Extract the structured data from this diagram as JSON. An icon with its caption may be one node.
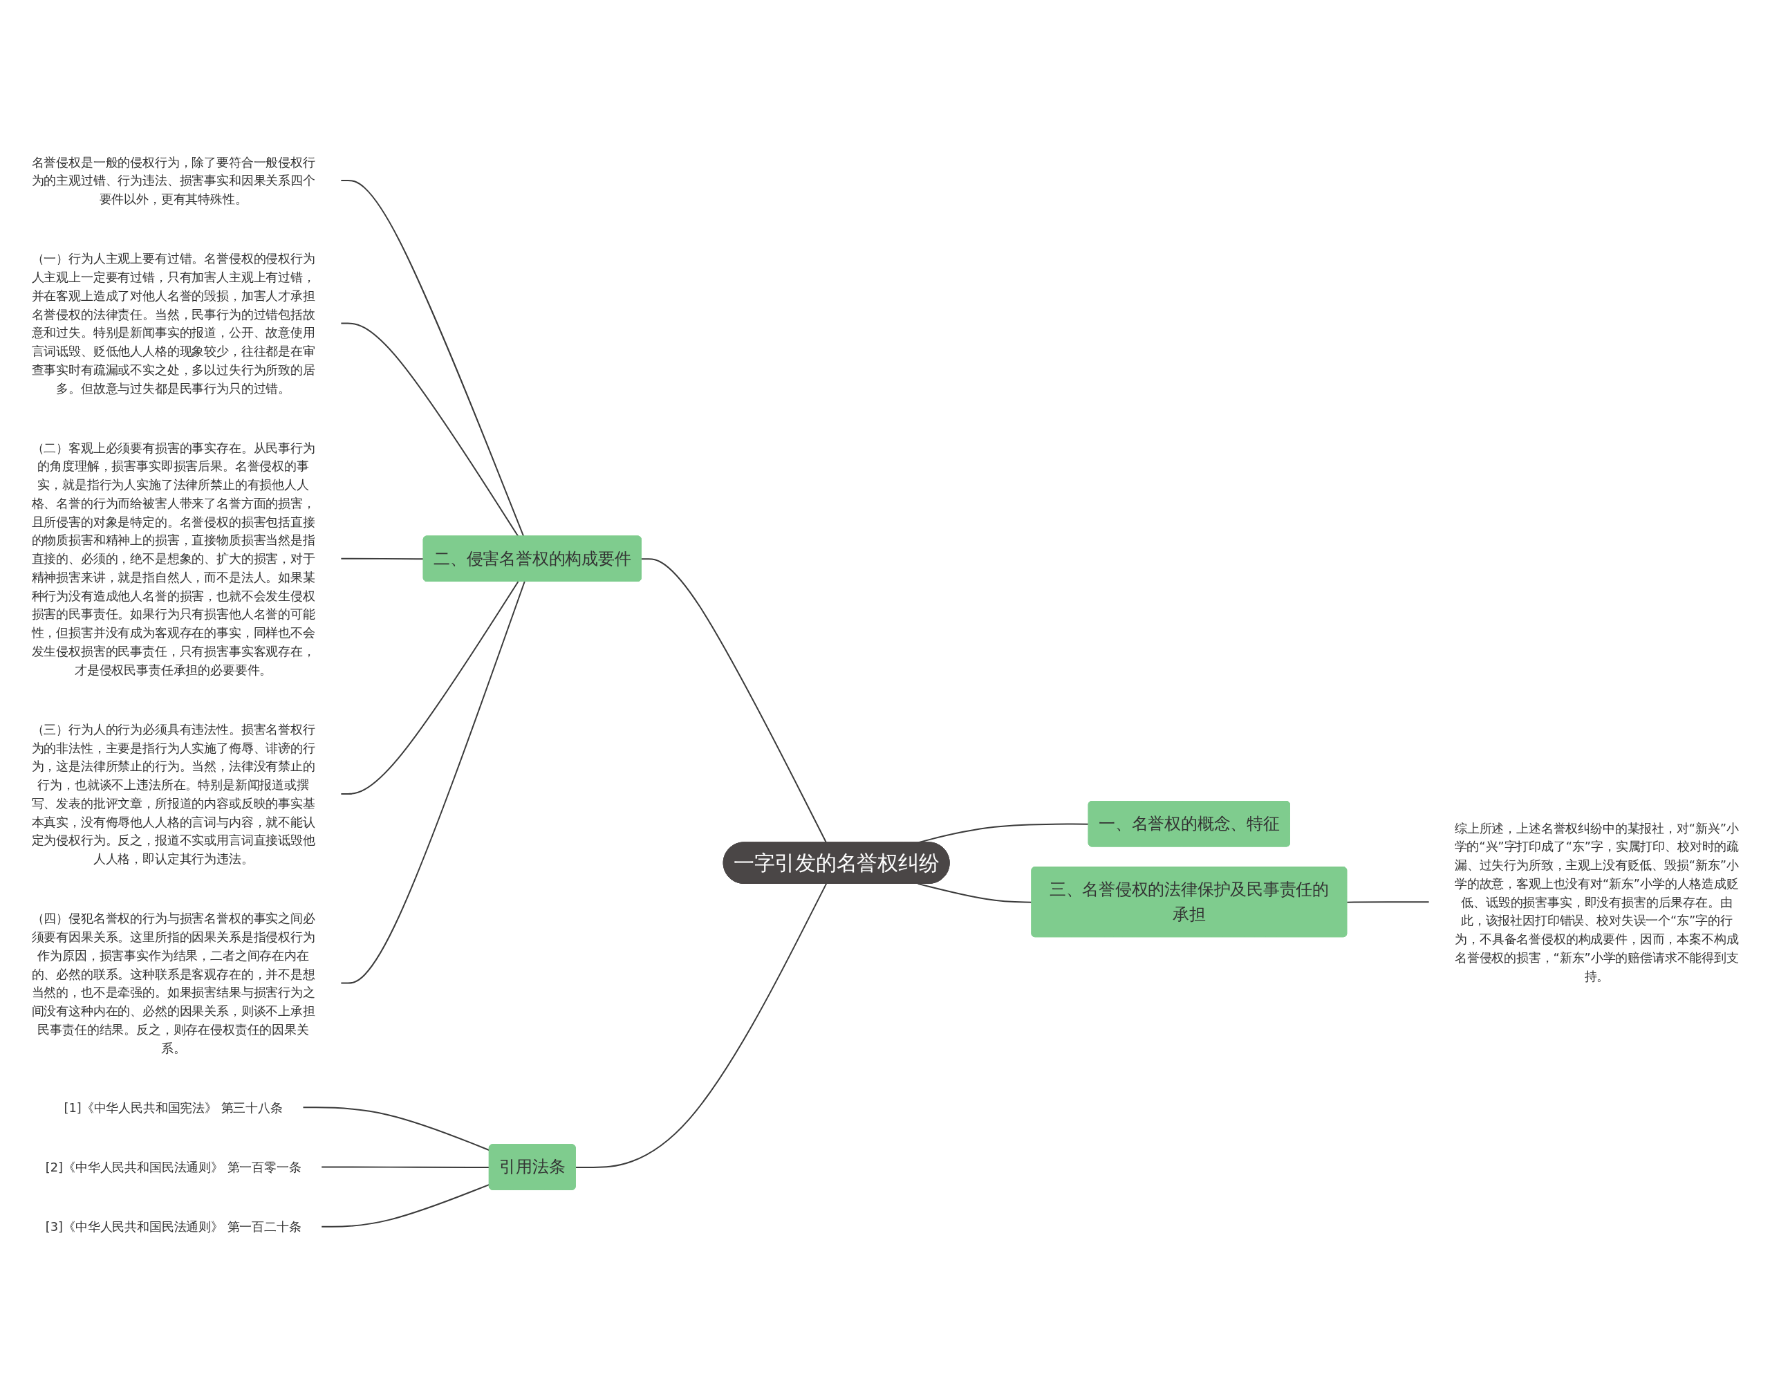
{
  "diagram": {
    "nodes": [
      {
        "text": [
          "一字引发的名誉权纠纷"
        ]
      },
      {
        "text": [
          "二、侵害名誉权的构成要件"
        ]
      },
      {
        "text": [
          "名誉侵权是一般的侵权行为，除了要符合一般侵权行为的主观过错、行为违法、损害事实和因果关系四个要件以外，更有其特殊性。"
        ]
      },
      {
        "text": [
          "（一）行为人主观上要有过错。名誉侵权的侵权行为人主观上一定要有过错，只有加害人主观上有过错，并在客观上造成了对他人名誉的毁损，加害人才承担名誉侵权的法律责任。当然，民事行为的过错包括故意和过失。特别是新闻事实的报道，公开、故意使用言词诋毁、贬低他人人格的现象较少，往往都是在审查事实时有疏漏或不实之处，多以过失行为所致的居多。但故意与过失都是民事行为只的过错。"
        ]
      },
      {
        "text": [
          "（二）客观上必须要有损害的事实存在。从民事行为的角度理解，损害事实即损害后果。名誉侵权的事实，就是指行为人实施了法律所禁止的有损他人人格、名誉的行为而给被害人带来了名誉方面的损害，且所侵害的对象是特定的。名誉侵权的损害包括直接的物质损害和精神上的损害，直接物质损害当然是指直接的、必须的，绝不是想象的、扩大的损害，对于精神损害来讲，就是指自然人，而不是法人。如果某种行为没有造成他人名誉的损害，也就不会发生侵权损害的民事责任。如果行为只有损害他人名誉的可能性，但损害并没有成为客观存在的事实，同样也不会发生侵权损害的民事责任，只有损害事实客观存在，才是侵权民事责任承担的必要要件。"
        ]
      },
      {
        "text": [
          "（三）行为人的行为必须具有违法性。损害名誉权行为的非法性，主要是指行为人实施了侮辱、诽谤的行为，这是法律所禁止的行为。当然，法律没有禁止的行为，也就谈不上违法所在。特别是新闻报道或撰写、发表的批评文章，所报道的内容或反映的事实基本真实，没有侮辱他人人格的言词与内容，就不能认定为侵权行为。反之，报道不实或用言词直接诋毁他人人格，即认定其行为违法。"
        ]
      },
      {
        "text": [
          "（四）侵犯名誉权的行为与损害名誉权的事实之间必须要有因果关系。这里所指的因果关系是指侵权行为作为原因，损害事实作为结果，二者之间存在内在的、必然的联系。这种联系是客观存在的，并不是想当然的，也不是牵强的。如果损害结果与损害行为之间没有这种内在的、必然的因果关系，则谈不上承担民事责任的结果。反之，则存在侵权责任的因果关系。"
        ]
      },
      {
        "text": [
          "一、名誉权的概念、特征"
        ]
      },
      {
        "text": [
          "三、名誉侵权的法律保护及民事责任的承担"
        ]
      },
      {
        "text": [
          "综上所述，上述名誉权纠纷中的某报社，对“新兴”小学的“兴”字打印成了“东”字，实属打印、校对时的疏漏、过失行为所致，主观上没有贬低、毁损“新东”小学的故意，客观上也没有对“新东”小学的人格造成贬低、诋毁的损害事实，即没有损害的后果存在。由此，该报社因打印错误、校对失误一个“东”字的行为，不具备名誉侵权的构成要件，因而，本案不构成名誉侵权的损害，“新东”小学的赔偿请求不能得到支持。"
        ]
      },
      {
        "text": [
          "引用法条"
        ]
      },
      {
        "text": [
          "[1]《中华人民共和国宪法》 第三十八条"
        ]
      },
      {
        "text": [
          "[2]《中华人民共和国民法通则》 第一百零一条"
        ]
      },
      {
        "text": [
          "[3]《中华人民共和国民法通则》 第一百二十条"
        ]
      }
    ],
    "edges": [
      {
        "from": 1,
        "to": 0,
        "arrow": "none"
      },
      {
        "from": 2,
        "to": 1,
        "arrow": "none"
      },
      {
        "from": 3,
        "to": 1,
        "arrow": "none"
      },
      {
        "from": 4,
        "to": 1,
        "arrow": "none"
      },
      {
        "from": 5,
        "to": 1,
        "arrow": "none"
      },
      {
        "from": 6,
        "to": 1,
        "arrow": "none"
      },
      {
        "from": 0,
        "to": 7,
        "arrow": "none"
      },
      {
        "from": 0,
        "to": 8,
        "arrow": "none"
      },
      {
        "from": 8,
        "to": 9,
        "arrow": "none"
      },
      {
        "from": 10,
        "to": 0,
        "arrow": "none"
      },
      {
        "from": 11,
        "to": 10,
        "arrow": "none"
      },
      {
        "from": 12,
        "to": 10,
        "arrow": "none"
      },
      {
        "from": 13,
        "to": 10,
        "arrow": "none"
      }
    ]
  }
}
